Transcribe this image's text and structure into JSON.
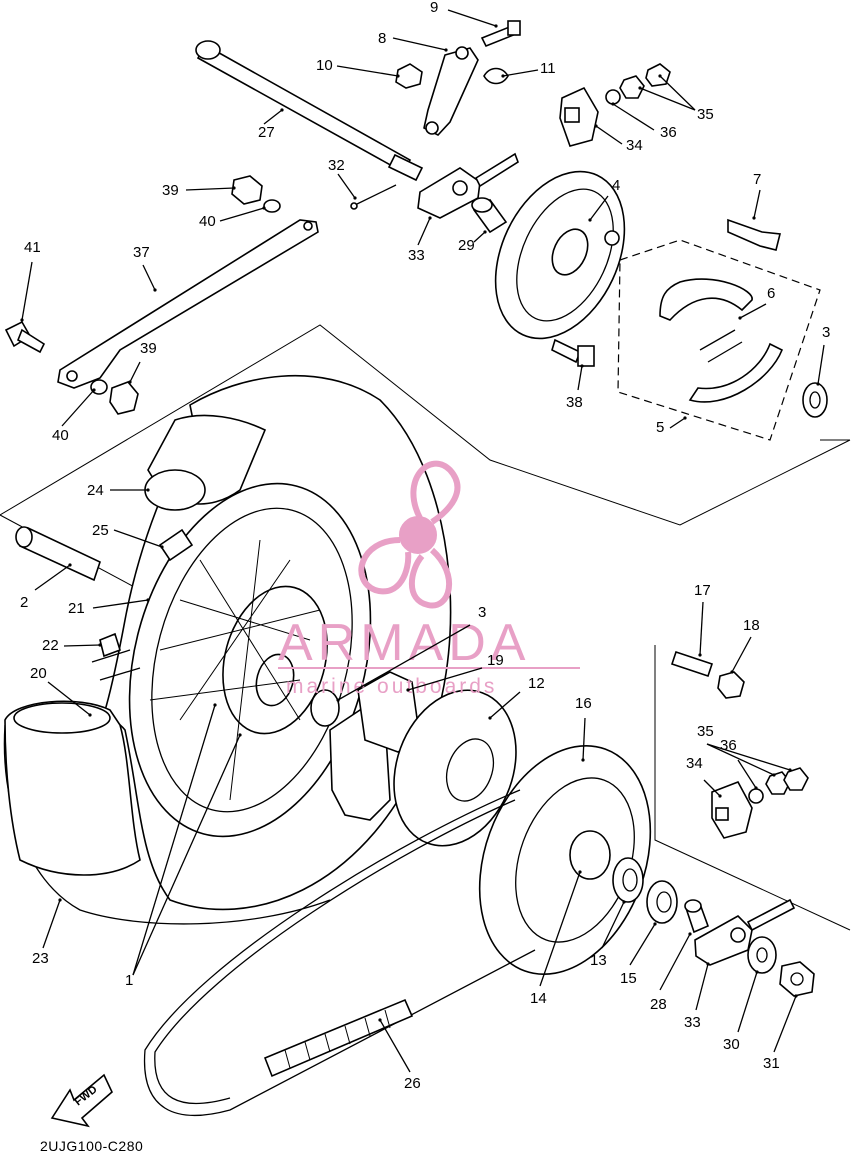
{
  "diagram": {
    "code": "2UJG100-C280",
    "fwd": "FWD",
    "watermark": {
      "brand": "ARMADA",
      "sub": "marine outboards",
      "color": "#e8a0c6"
    },
    "labels": [
      "1",
      "2",
      "3",
      "3",
      "4",
      "5",
      "6",
      "7",
      "8",
      "9",
      "10",
      "11",
      "12",
      "13",
      "14",
      "15",
      "16",
      "17",
      "18",
      "19",
      "20",
      "21",
      "22",
      "23",
      "24",
      "25",
      "26",
      "27",
      "28",
      "29",
      "30",
      "31",
      "32",
      "33",
      "33",
      "34",
      "34",
      "35",
      "35",
      "36",
      "36",
      "37",
      "38",
      "39",
      "39",
      "40",
      "40",
      "41"
    ]
  }
}
